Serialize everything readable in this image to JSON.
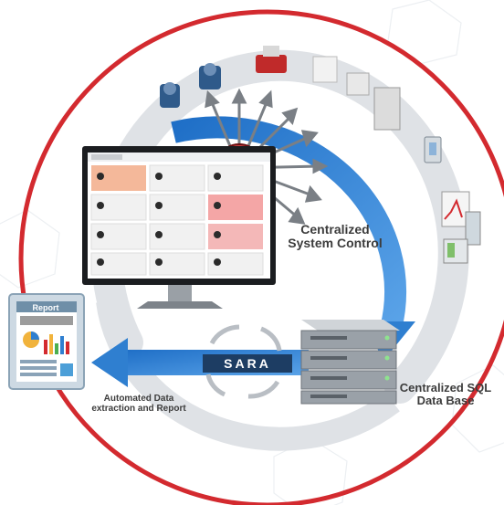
{
  "labels": {
    "central_control": [
      "Centralized",
      "System Control"
    ],
    "sql_db": [
      "Centralized SQL",
      "Data Base"
    ],
    "automated": [
      "Automated Data",
      "extraction and Report"
    ]
  },
  "report_title": "Report",
  "sara_logo": "SARA",
  "colors": {
    "ring_red": "#d32a2f",
    "flow_blue": "#2f7fd0",
    "ring_gray": "#dfe2e6"
  },
  "icons": [
    "server-rack-icon",
    "monitor-icon",
    "report-icon",
    "logo-badge-icon",
    "instrument-icons"
  ]
}
